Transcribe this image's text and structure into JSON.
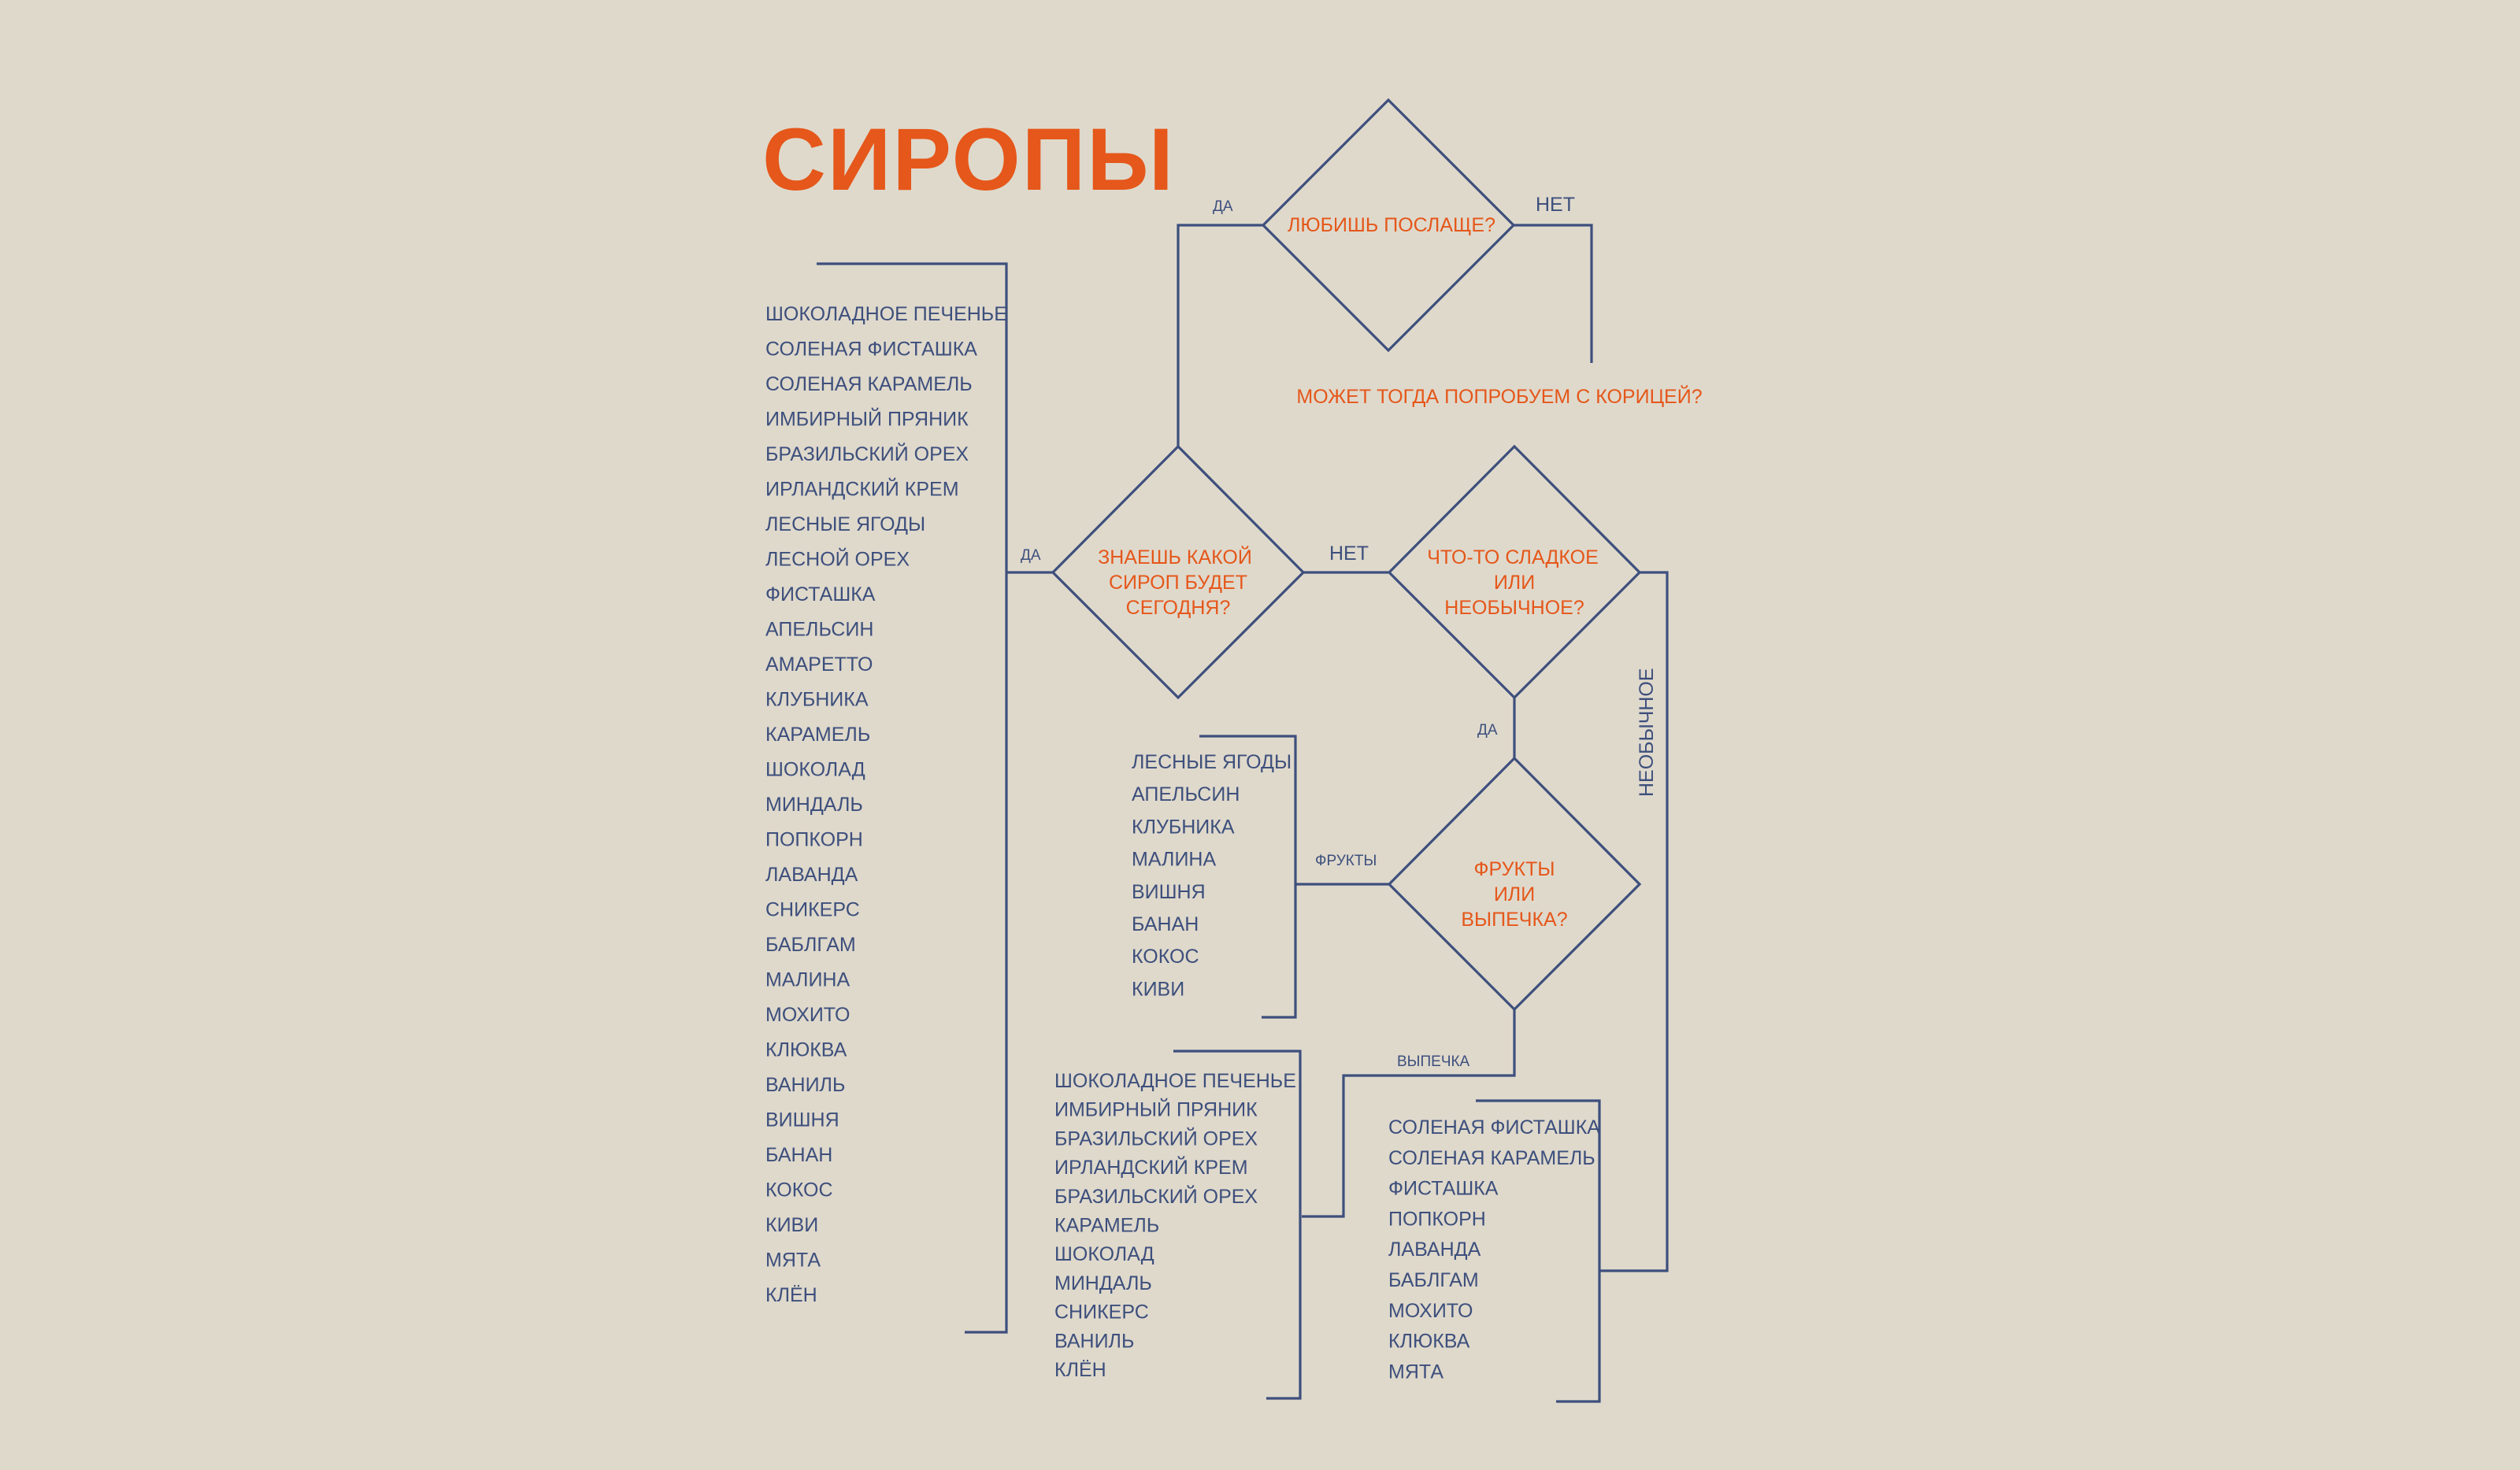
{
  "title": "СИРОПЫ",
  "colors": {
    "background": "#dfd9cc",
    "lines": "#3d4f7c",
    "accent": "#e5571a"
  },
  "questions": {
    "love_sweeter": "ЛЮБИШЬ ПОСЛАЩЕ?",
    "know_syrup": [
      "ЗНАЕШЬ КАКОЙ",
      "СИРОП БУДЕТ",
      "СЕГОДНЯ?"
    ],
    "sweet_or_unusual": [
      "ЧТО-ТО СЛАДКОЕ",
      "ИЛИ",
      "НЕОБЫЧНОЕ?"
    ],
    "fruit_or_pastry": [
      "ФРУКТЫ",
      "ИЛИ",
      "ВЫПЕЧКА?"
    ],
    "cinnamon": "МОЖЕТ ТОГДА ПОПРОБУЕМ С КОРИЦЕЙ?"
  },
  "labels": {
    "yes_top": "ДА",
    "no_top": "НЕТ",
    "yes_left": "ДА",
    "no_middle": "НЕТ",
    "yes_down": "ДА",
    "unusual": "НЕОБЫЧНОЕ",
    "fruits": "ФРУКТЫ",
    "pastry": "ВЫПЕЧКА"
  },
  "lists": {
    "all": [
      "ШОКОЛАДНОЕ ПЕЧЕНЬЕ",
      "СОЛЕНАЯ ФИСТАШКА",
      "СОЛЕНАЯ КАРАМЕЛЬ",
      "ИМБИРНЫЙ ПРЯНИК",
      "БРАЗИЛЬСКИЙ ОРЕХ",
      "ИРЛАНДСКИЙ КРЕМ",
      "ЛЕСНЫЕ ЯГОДЫ",
      "ЛЕСНОЙ ОРЕХ",
      "ФИСТАШКА",
      "АПЕЛЬСИН",
      "АМАРЕТТО",
      "КЛУБНИКА",
      "КАРАМЕЛЬ",
      "ШОКОЛАД",
      "МИНДАЛЬ",
      "ПОПКОРН",
      "ЛАВАНДА",
      "СНИКЕРС",
      "БАБЛГАМ",
      "МАЛИНА",
      "МОХИТО",
      "КЛЮКВА",
      "ВАНИЛЬ",
      "ВИШНЯ",
      "БАНАН",
      "КОКОС",
      "КИВИ",
      "МЯТА",
      "КЛЁН"
    ],
    "fruits": [
      "ЛЕСНЫЕ ЯГОДЫ",
      "АПЕЛЬСИН",
      "КЛУБНИКА",
      "МАЛИНА",
      "ВИШНЯ",
      "БАНАН",
      "КОКОС",
      "КИВИ"
    ],
    "pastry": [
      "ШОКОЛАДНОЕ ПЕЧЕНЬЕ",
      "ИМБИРНЫЙ ПРЯНИК",
      "БРАЗИЛЬСКИЙ ОРЕХ",
      "ИРЛАНДСКИЙ КРЕМ",
      "БРАЗИЛЬСКИЙ ОРЕХ",
      "КАРАМЕЛЬ",
      "ШОКОЛАД",
      "МИНДАЛЬ",
      "СНИКЕРС",
      "ВАНИЛЬ",
      "КЛЁН"
    ],
    "unusual": [
      "СОЛЕНАЯ ФИСТАШКА",
      "СОЛЕНАЯ КАРАМЕЛЬ",
      "ФИСТАШКА",
      "ПОПКОРН",
      "ЛАВАНДА",
      "БАБЛГАМ",
      "МОХИТО",
      "КЛЮКВА",
      "МЯТА"
    ]
  }
}
